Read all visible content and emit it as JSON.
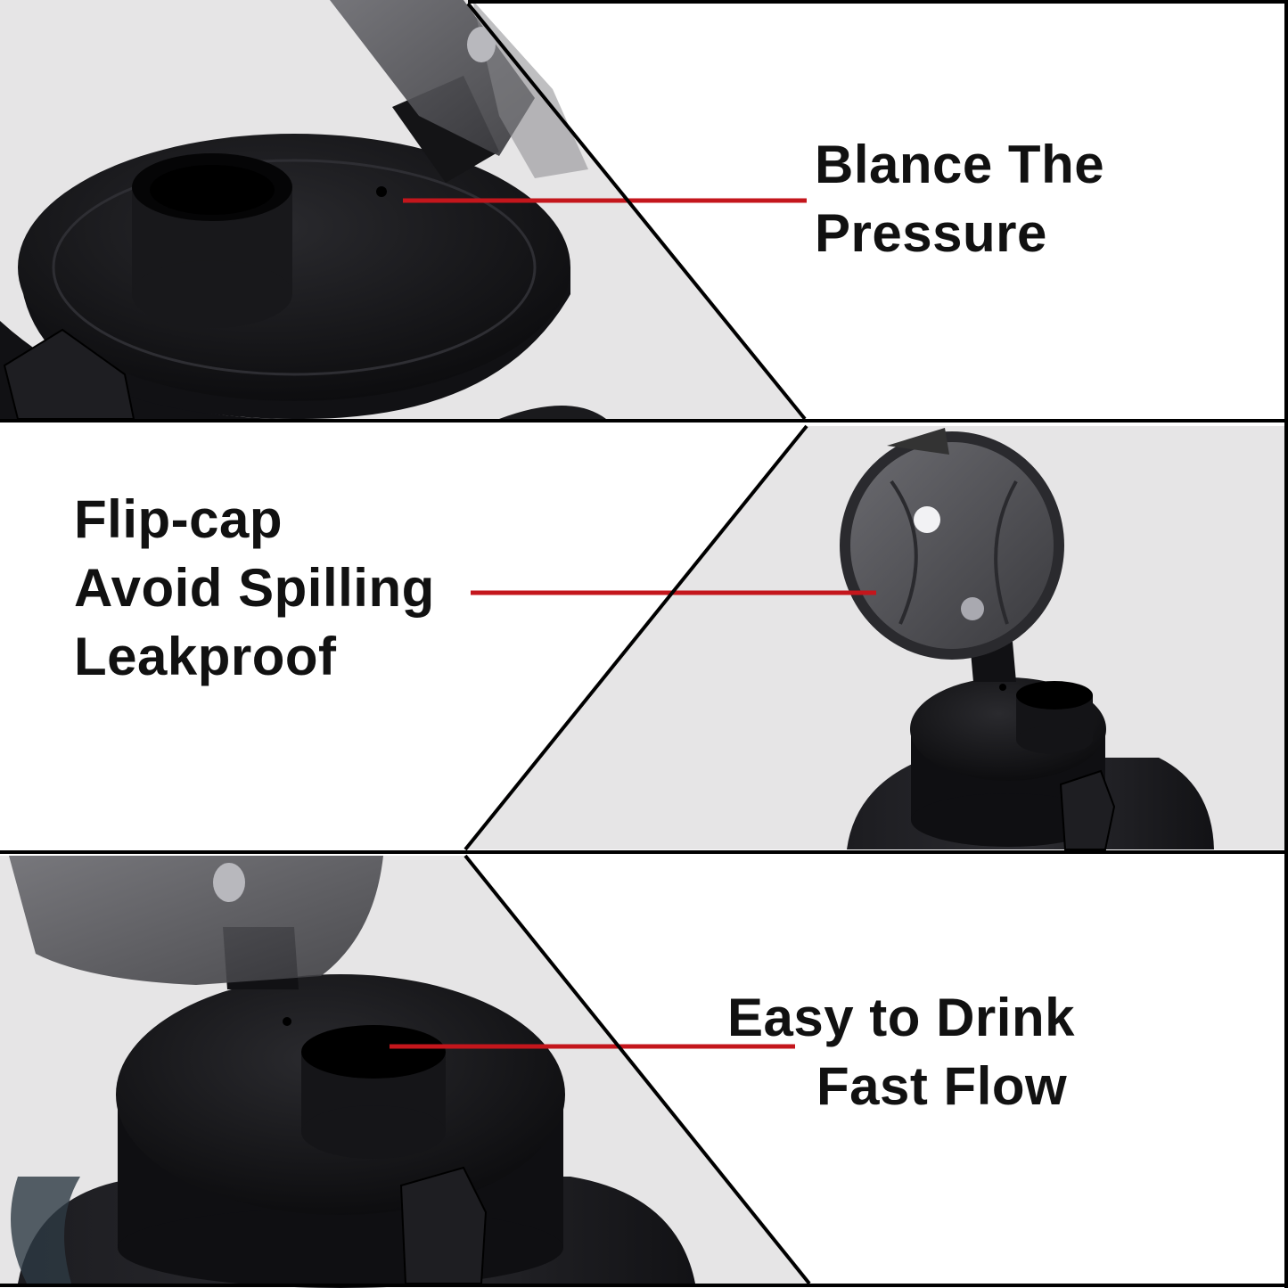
{
  "panels": [
    {
      "id": "pressure",
      "lines": [
        "Blance The",
        "Pressure"
      ]
    },
    {
      "id": "flip-cap",
      "lines": [
        "Flip-cap",
        "Avoid Spilling",
        "Leakproof"
      ]
    },
    {
      "id": "drink",
      "lines": [
        "Easy to Drink",
        "Fast Flow"
      ]
    }
  ],
  "colors": {
    "pointer": "#c4161c",
    "divider": "#000000",
    "photo_bg": "#e6e5e6",
    "cap_black": "#141416",
    "lid_smoke": "#4a4a4e"
  }
}
